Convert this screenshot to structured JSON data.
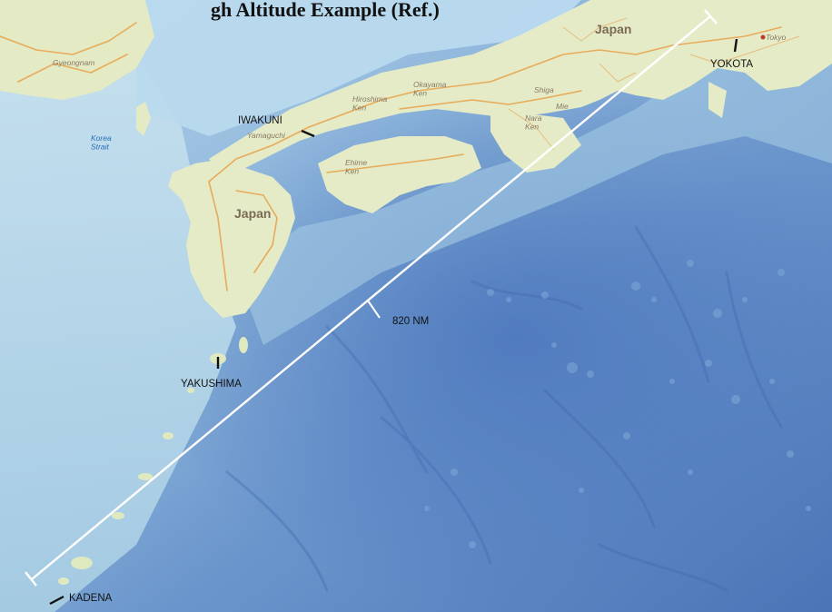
{
  "title": "gh Altitude Example (Ref.)",
  "land_labels": {
    "japan_main": "Japan",
    "japan_kyushu": "Japan",
    "korea_strait": "Korea\nStrait",
    "hiroshima": "Hiroshima\nKen",
    "okayama": "Okayama\nKen",
    "yamaguchi": "Yamaguchi",
    "shiga": "Shiga",
    "nara": "Nara\nKen",
    "mie": "Mie",
    "tokyo": "Tokyo",
    "gyeongnam": "Gyeongnam",
    "ehime": "Ehime\nKen"
  },
  "bases": {
    "iwakuni": "IWAKUNI",
    "yokota": "YOKOTA",
    "yakushima": "YAKUSHIMA",
    "kadena": "KADENA"
  },
  "route": {
    "distance_label": "820 NM"
  },
  "colors": {
    "ocean_deep": "#4f7dbd",
    "ocean_shallow": "#a9cde6",
    "land": "#e4ebc6",
    "road": "#e9a048",
    "route_line": "#ffffff"
  }
}
